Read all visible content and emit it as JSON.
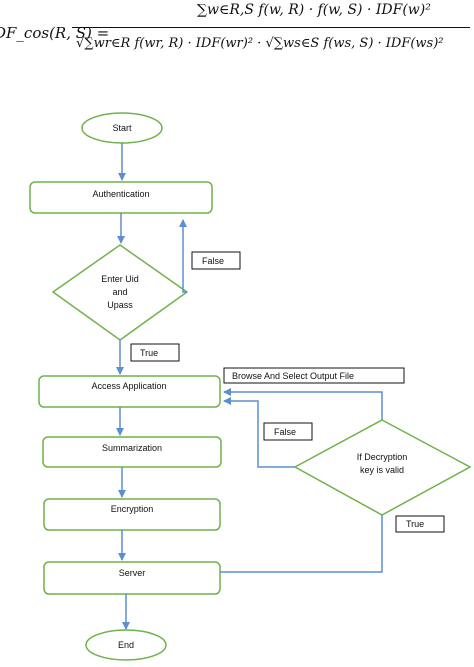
{
  "formula": {
    "lhs": "DF_cos(R, S) =",
    "numerator": "∑w∈R,S f(w, R) · f(w, S) · IDF(w)²",
    "denominator": "√∑wr∈R f(wr, R) · IDF(wr)² · √∑ws∈S f(ws, S) · IDF(ws)²"
  },
  "flowchart": {
    "start": "Start",
    "authentication": "Authentication",
    "decision_login": [
      "Enter Uid",
      "and",
      "Upass"
    ],
    "false_login": "False",
    "true_login": "True",
    "access_application": "Access Application",
    "browse_label": "Browse And Select Output File",
    "summarization": "Summarization",
    "encryption": "Encryption",
    "server": "Server",
    "end": "End",
    "decision_key": [
      "If Decryption",
      "key is valid"
    ],
    "false_key": "False",
    "true_key": "True"
  },
  "colors": {
    "box_stroke": "#6fb24a",
    "arrow": "#5b8fd1",
    "label_stroke": "#111111"
  }
}
